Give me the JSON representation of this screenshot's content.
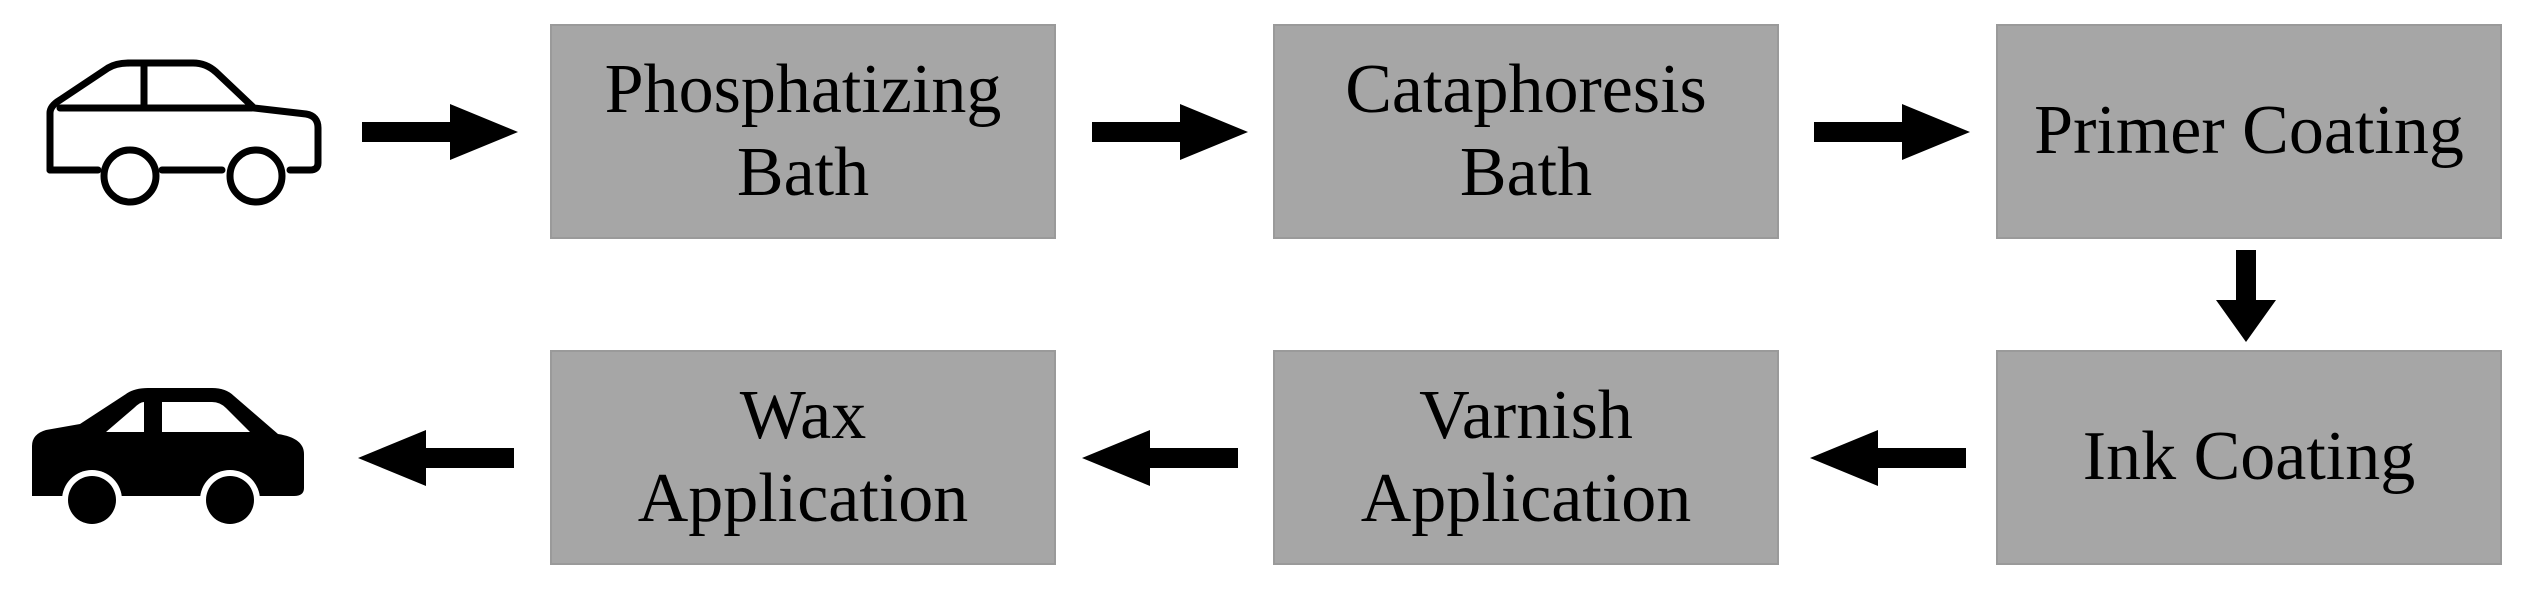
{
  "diagram": {
    "steps": [
      {
        "line1": "Phosphatizing",
        "line2": "Bath"
      },
      {
        "line1": "Cataphoresis",
        "line2": "Bath"
      },
      {
        "line1": "Primer Coating",
        "line2": ""
      },
      {
        "line1": "Ink Coating",
        "line2": ""
      },
      {
        "line1": "Varnish",
        "line2": "Application"
      },
      {
        "line1": "Wax",
        "line2": "Application"
      }
    ],
    "start_icon": "car-outline-icon",
    "end_icon": "car-filled-icon",
    "colors": {
      "box_fill": "#a6a6a6",
      "text": "#000000",
      "arrow": "#000000"
    }
  }
}
